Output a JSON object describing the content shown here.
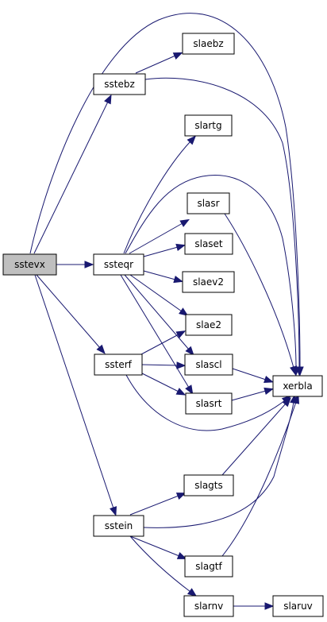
{
  "graph": {
    "edge_color": "#191970",
    "root_fill": "#bfbfbf",
    "nodes": [
      {
        "id": "sstevx",
        "label": "sstevx"
      },
      {
        "id": "sstebz",
        "label": "sstebz"
      },
      {
        "id": "slaebz",
        "label": "slaebz"
      },
      {
        "id": "xerbla",
        "label": "xerbla"
      },
      {
        "id": "ssteqr",
        "label": "ssteqr"
      },
      {
        "id": "slartg",
        "label": "slartg"
      },
      {
        "id": "slasr",
        "label": "slasr"
      },
      {
        "id": "slaset",
        "label": "slaset"
      },
      {
        "id": "slaev2",
        "label": "slaev2"
      },
      {
        "id": "slae2",
        "label": "slae2"
      },
      {
        "id": "slascl",
        "label": "slascl"
      },
      {
        "id": "slasrt",
        "label": "slasrt"
      },
      {
        "id": "ssterf",
        "label": "ssterf"
      },
      {
        "id": "sstein",
        "label": "sstein"
      },
      {
        "id": "slagts",
        "label": "slagts"
      },
      {
        "id": "slagtf",
        "label": "slagtf"
      },
      {
        "id": "slarnv",
        "label": "slarnv"
      },
      {
        "id": "slaruv",
        "label": "slaruv"
      }
    ],
    "edges": [
      {
        "from": "sstevx",
        "to": "xerbla"
      },
      {
        "from": "sstevx",
        "to": "sstebz"
      },
      {
        "from": "sstevx",
        "to": "ssteqr"
      },
      {
        "from": "sstevx",
        "to": "ssterf"
      },
      {
        "from": "sstevx",
        "to": "sstein"
      },
      {
        "from": "sstebz",
        "to": "slaebz"
      },
      {
        "from": "sstebz",
        "to": "xerbla"
      },
      {
        "from": "ssteqr",
        "to": "slartg"
      },
      {
        "from": "ssteqr",
        "to": "xerbla"
      },
      {
        "from": "ssteqr",
        "to": "slasr"
      },
      {
        "from": "ssteqr",
        "to": "slaset"
      },
      {
        "from": "ssteqr",
        "to": "slaev2"
      },
      {
        "from": "ssteqr",
        "to": "slae2"
      },
      {
        "from": "ssteqr",
        "to": "slascl"
      },
      {
        "from": "ssteqr",
        "to": "slasrt"
      },
      {
        "from": "slasr",
        "to": "xerbla"
      },
      {
        "from": "slascl",
        "to": "xerbla"
      },
      {
        "from": "slasrt",
        "to": "xerbla"
      },
      {
        "from": "ssterf",
        "to": "slae2"
      },
      {
        "from": "ssterf",
        "to": "slascl"
      },
      {
        "from": "ssterf",
        "to": "slasrt"
      },
      {
        "from": "ssterf",
        "to": "xerbla"
      },
      {
        "from": "sstein",
        "to": "slagts"
      },
      {
        "from": "sstein",
        "to": "xerbla"
      },
      {
        "from": "sstein",
        "to": "slagtf"
      },
      {
        "from": "sstein",
        "to": "slarnv"
      },
      {
        "from": "slagts",
        "to": "xerbla"
      },
      {
        "from": "slagtf",
        "to": "xerbla"
      },
      {
        "from": "slarnv",
        "to": "slaruv"
      }
    ]
  }
}
